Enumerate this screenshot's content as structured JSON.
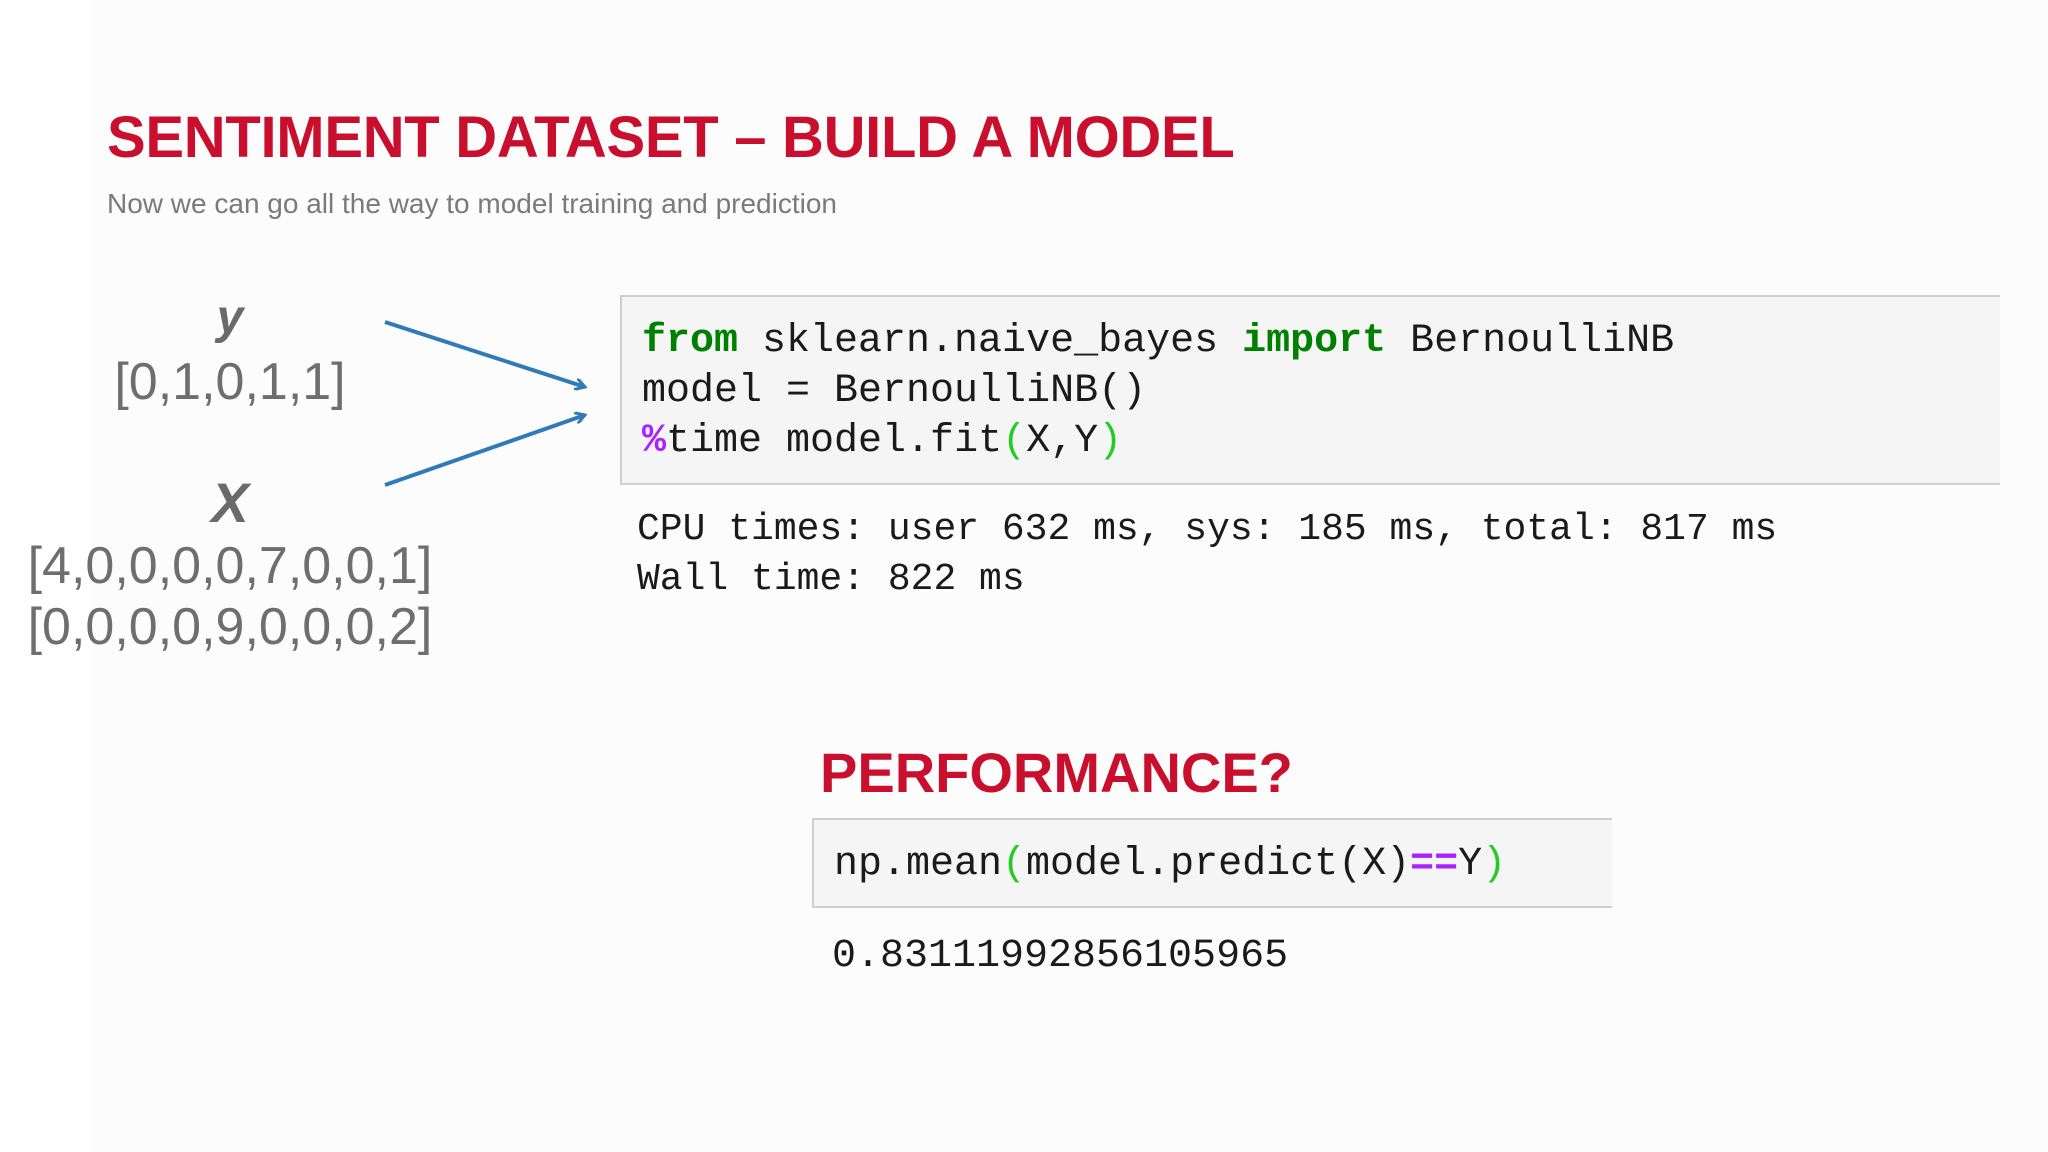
{
  "slide": {
    "title": "SENTIMENT DATASET – BUILD A MODEL",
    "subtitle": "Now we can go all the way to model training and prediction"
  },
  "variables": {
    "y_label": "y",
    "y_vector": "[0,1,0,1,1]",
    "x_label": "X",
    "x_rows": [
      "[4,0,0,0,0,7,0,0,1]",
      "[0,0,0,0,9,0,0,0,2]"
    ]
  },
  "training_cell": {
    "line1": {
      "kw_from": "from",
      "module": " sklearn.naive_bayes ",
      "kw_import": "import",
      "name": " BernoulliNB"
    },
    "line2": "model = BernoulliNB()",
    "line3": {
      "magic": "%",
      "code": "time model.fit",
      "open": "(",
      "args": "X,Y",
      "close": ")"
    },
    "output": [
      "CPU times: user 632 ms, sys: 185 ms, total: 817 ms",
      "Wall time: 822 ms"
    ]
  },
  "performance": {
    "heading": "PERFORMANCE?",
    "cell": {
      "prefix": "np.mean",
      "open": "(",
      "inner": "model.predict(X)",
      "op": "==",
      "y": "Y",
      "close": ")"
    },
    "output": "0.83111992856105965"
  },
  "colors": {
    "accent_red": "#c8102e",
    "arrow_blue": "#2e7bb8",
    "keyword_green": "#008000",
    "magic_purple": "#aa22ff"
  }
}
